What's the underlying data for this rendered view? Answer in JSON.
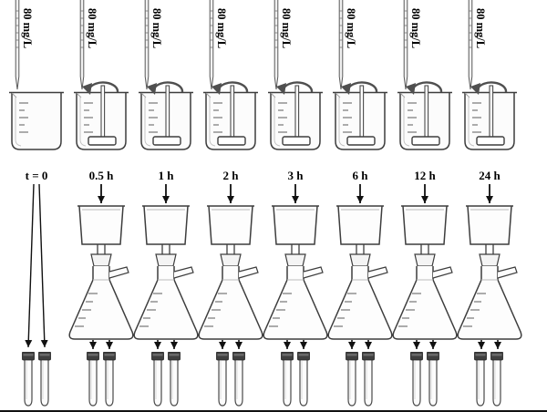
{
  "diagram": {
    "columns": [
      {
        "time_label": "t = 0",
        "concentration": "80 mg/L",
        "stirred": false,
        "filtered": false
      },
      {
        "time_label": "0.5 h",
        "concentration": "80 mg/L",
        "stirred": true,
        "filtered": true
      },
      {
        "time_label": "1 h",
        "concentration": "80 mg/L",
        "stirred": true,
        "filtered": true
      },
      {
        "time_label": "2 h",
        "concentration": "80 mg/L",
        "stirred": true,
        "filtered": true
      },
      {
        "time_label": "3 h",
        "concentration": "80 mg/L",
        "stirred": true,
        "filtered": true
      },
      {
        "time_label": "6 h",
        "concentration": "80 mg/L",
        "stirred": true,
        "filtered": true
      },
      {
        "time_label": "12 h",
        "concentration": "80 mg/L",
        "stirred": true,
        "filtered": true
      },
      {
        "time_label": "24 h",
        "concentration": "80 mg/L",
        "stirred": true,
        "filtered": true
      }
    ]
  }
}
